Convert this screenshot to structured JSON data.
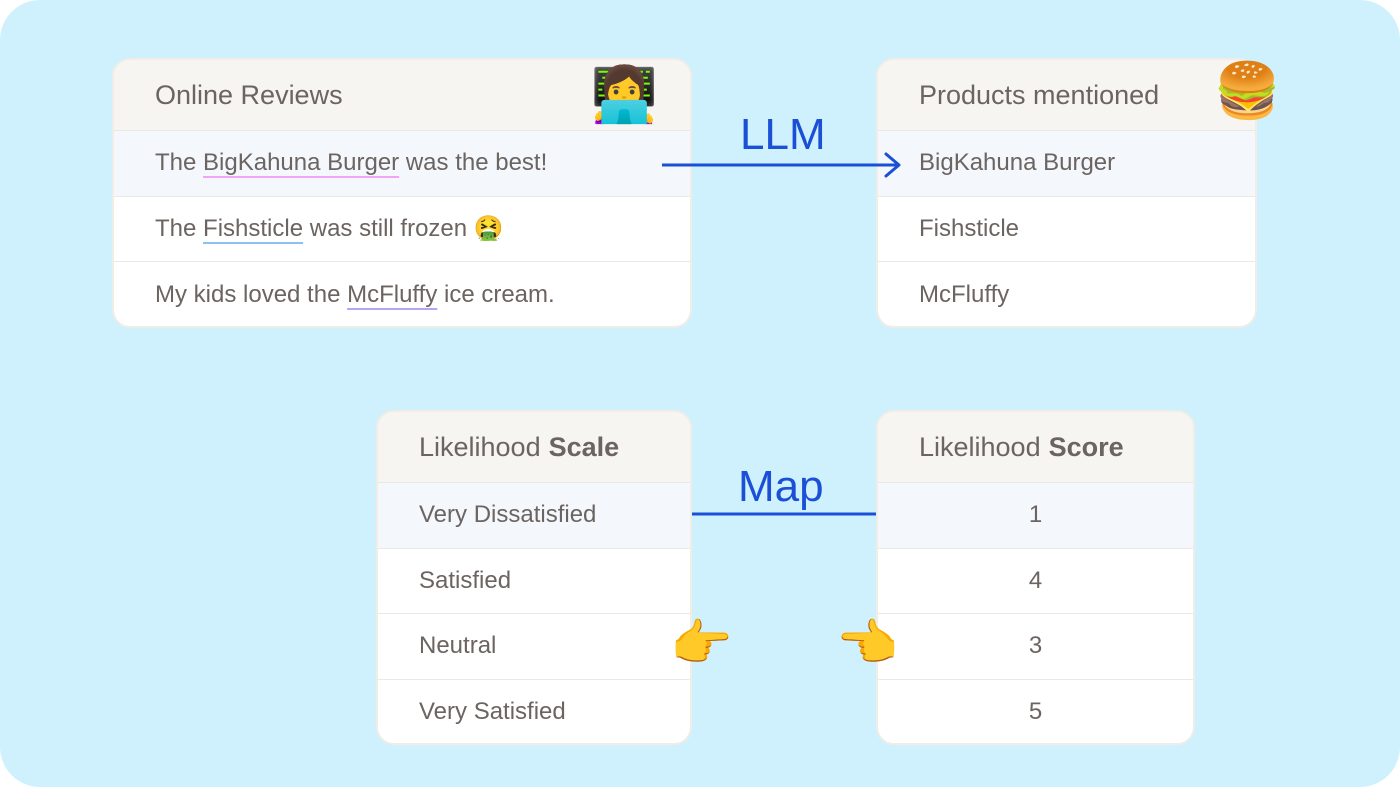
{
  "reviews": {
    "title": "Online Reviews",
    "header_icon": "woman-technologist-emoji",
    "rows": [
      {
        "pre": "The ",
        "entity": "BigKahuna Burger",
        "post": " was the best!",
        "underline": "#f0a6f4"
      },
      {
        "pre": "The ",
        "entity": "Fishsticle",
        "post": " was still frozen ",
        "emoji": "🤮",
        "underline": "#8ec0f5"
      },
      {
        "pre": "My kids loved the ",
        "entity": "McFluffy",
        "post": " ice cream.",
        "underline": "#b6a4f7"
      }
    ]
  },
  "products": {
    "title": "Products mentioned",
    "header_icon": "hamburger-emoji",
    "rows": [
      "BigKahuna Burger",
      "Fishsticle",
      "McFluffy"
    ]
  },
  "llm_label": "LLM",
  "map_label": "Map",
  "scale": {
    "title": "Likelihood",
    "title_bold": "Scale",
    "rows": [
      "Very Dissatisfied",
      "Satisfied",
      "Neutral",
      "Very Satisfied"
    ]
  },
  "score": {
    "title": "Likelihood",
    "title_bold": "Score",
    "rows": [
      "1",
      "4",
      "3",
      "5"
    ]
  },
  "emojis": {
    "woman": "👩‍💻",
    "burger": "🍔",
    "point_right": "👉",
    "point_left": "👈"
  },
  "colors": {
    "background": "#cff1fd",
    "arrow": "#1a4fd6",
    "text": "#6b6461"
  }
}
